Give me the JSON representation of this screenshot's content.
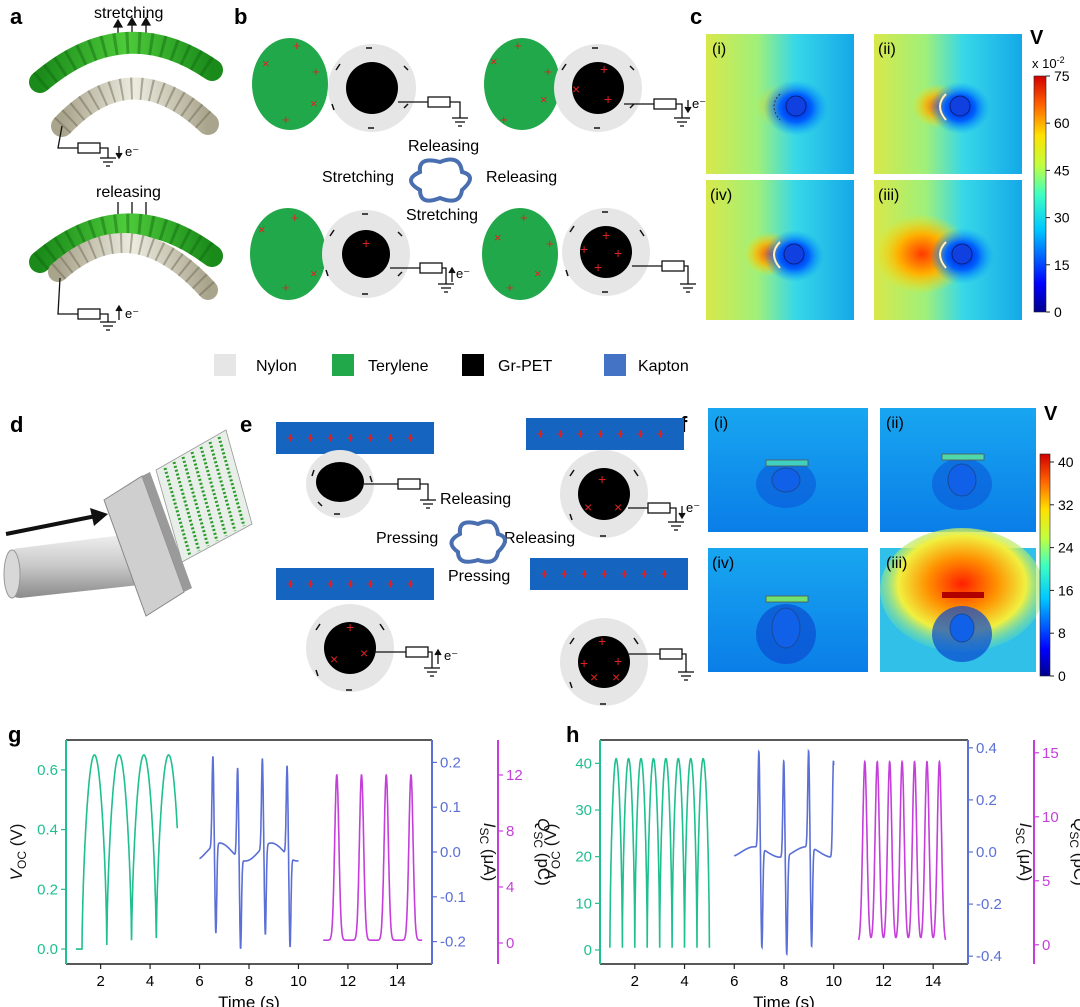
{
  "panels": {
    "a": "a",
    "b": "b",
    "c": "c",
    "d": "d",
    "e": "e",
    "f": "f",
    "g": "g",
    "h": "h"
  },
  "panel_a": {
    "stretching": "stretching",
    "releasing": "releasing",
    "electron": "e⁻"
  },
  "panel_b": {
    "center_top": "Releasing",
    "center_left": "Stretching",
    "center_right": "Releasing",
    "center_bottom": "Stretching",
    "electron": "e⁻"
  },
  "panel_c": {
    "subpanels": [
      "(i)",
      "(ii)",
      "(iv)",
      "(iii)"
    ],
    "unit": "V",
    "scale": "x 10",
    "scale_exp": "-2",
    "ticks": [
      "75",
      "60",
      "45",
      "30",
      "15",
      "0"
    ]
  },
  "legend": {
    "items": [
      {
        "label": "Nylon",
        "color": "#e6e6e6"
      },
      {
        "label": "Terylene",
        "color": "#21a84a"
      },
      {
        "label": "Gr-PET",
        "color": "#000000"
      },
      {
        "label": "Kapton",
        "color": "#4472c4"
      }
    ]
  },
  "panel_e": {
    "releasing_1": "Releasing",
    "pressing_left": "Pressing",
    "releasing_right": "Releasing",
    "pressing_bottom": "Pressing",
    "electron": "e⁻"
  },
  "panel_f": {
    "subpanels": [
      "(i)",
      "(ii)",
      "(iv)",
      "(iii)"
    ],
    "unit": "V",
    "ticks": [
      "40",
      "32",
      "24",
      "16",
      "8",
      "0"
    ]
  },
  "colors": {
    "voc": "#1fbf8f",
    "isc": "#5b6fd6",
    "qsc": "#c43fd9",
    "terylene": "#21a84a",
    "kapton": "#1565c0",
    "nylon": "#e6e6e6"
  },
  "chart_data": [
    {
      "type": "line",
      "panel": "g",
      "xlabel": "Time (s)",
      "x_ticks": [
        "2",
        "4",
        "6",
        "8",
        "10",
        "12",
        "14"
      ],
      "xlim": [
        0.6,
        15.4
      ],
      "axes": {
        "voc": {
          "label": "V",
          "label_sub": "OC",
          "unit": " (V)",
          "ylim": [
            -0.05,
            0.7
          ],
          "ticks": [
            "0.0",
            "0.2",
            "0.4",
            "0.6"
          ]
        },
        "isc": {
          "label": "I",
          "label_sub": "SC",
          "unit": " (μA)",
          "ylim": [
            -0.25,
            0.25
          ],
          "ticks": [
            "-0.2",
            "-0.1",
            "0.0",
            "0.1",
            "0.2"
          ]
        },
        "qsc": {
          "label": "Q",
          "label_sub": "SC",
          "unit": " (pC)",
          "ylim": [
            -1.5,
            14.5
          ],
          "ticks": [
            "0",
            "4",
            "8",
            "12"
          ]
        }
      },
      "series": [
        {
          "axis": "voc",
          "x_range": [
            1.0,
            5.1
          ],
          "peaks": [
            1.75,
            2.75,
            3.75,
            4.75
          ],
          "peak": 0.65,
          "base": 0.0
        },
        {
          "axis": "isc",
          "x_range": [
            6.0,
            10.0
          ],
          "peaks": [
            6.6,
            7.6,
            8.6,
            9.6
          ],
          "peak": 0.2,
          "trough": -0.2
        },
        {
          "axis": "qsc",
          "x_range": [
            11.0,
            15.0
          ],
          "peaks": [
            11.55,
            12.55,
            13.55,
            14.55
          ],
          "peak": 12,
          "base": 0.2
        }
      ]
    },
    {
      "type": "line",
      "panel": "h",
      "xlabel": "Time (s)",
      "x_ticks": [
        "2",
        "4",
        "6",
        "8",
        "10",
        "12",
        "14"
      ],
      "xlim": [
        0.6,
        15.4
      ],
      "axes": {
        "voc": {
          "label": "V",
          "label_sub": "OC",
          "unit": " (V)",
          "ylim": [
            -3,
            45
          ],
          "ticks": [
            "0",
            "10",
            "20",
            "30",
            "40"
          ]
        },
        "isc": {
          "label": "I",
          "label_sub": "SC",
          "unit": " (μA)",
          "ylim": [
            -0.43,
            0.43
          ],
          "ticks": [
            "-0.4",
            "-0.2",
            "0.0",
            "0.2",
            "0.4"
          ]
        },
        "qsc": {
          "label": "Q",
          "label_sub": "SC",
          "unit": " (pC)",
          "ylim": [
            -1.5,
            16
          ],
          "ticks": [
            "0",
            "5",
            "10",
            "15"
          ]
        }
      },
      "series": [
        {
          "axis": "voc",
          "x_range": [
            1.0,
            5.0
          ],
          "peaks": [
            1.25,
            1.75,
            2.25,
            2.75,
            3.25,
            3.75,
            4.25,
            4.75
          ],
          "peak": 41,
          "base": 0.5
        },
        {
          "axis": "isc",
          "x_range": [
            6.0,
            10.0
          ],
          "peaks": [
            7.05,
            8.05,
            9.05,
            10.05
          ],
          "peak": 0.37,
          "trough": -0.38
        },
        {
          "axis": "qsc",
          "x_range": [
            11.0,
            14.5
          ],
          "peaks": [
            11.25,
            11.75,
            12.25,
            12.75,
            13.25,
            13.75,
            14.25
          ],
          "peak": 14.3,
          "base": 0.2
        }
      ]
    }
  ]
}
